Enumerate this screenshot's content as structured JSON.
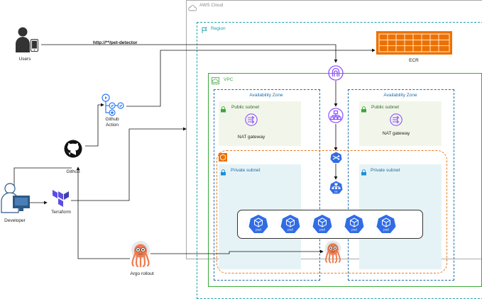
{
  "containers": {
    "aws_cloud": "AWS Cloud",
    "region": "Region",
    "vpc": "VPC",
    "az_left": "Availability Zone",
    "az_right": "Availability Zone",
    "public_subnet_left": "Public subnet",
    "public_subnet_right": "Public subnet",
    "private_subnet_left": "Private subnet",
    "private_subnet_right": "Private subnet"
  },
  "nodes": {
    "users": "Users",
    "developer": "Developer",
    "github": "Github",
    "github_action": "Github\nAction",
    "terraform": "Terraform",
    "argo_rollout": "Argo rollout",
    "ecr": "ECR",
    "nat_left": "NAT gateway",
    "nat_right": "NAT gateway",
    "svc": "svc"
  },
  "edge_labels": {
    "users_to_app": "http://**/pet-detector"
  },
  "pods": [
    {
      "label": "pod"
    },
    {
      "label": "pod"
    },
    {
      "label": "pod"
    },
    {
      "label": "pod"
    },
    {
      "label": "pod"
    }
  ],
  "colors": {
    "aws_border": "#aaaaaa",
    "region_border": "#1fa0a8",
    "vpc_border": "#3aa83a",
    "az_border": "#1a6ea8",
    "public_subnet_fill": "#f2f6ea",
    "private_subnet_fill": "#e6f3f6",
    "eks_border": "#e87b20",
    "k8s_blue": "#326ce5",
    "elb_purple": "#8c4fff",
    "ecr_orange": "#ed7100",
    "github_action_blue": "#2d7cf6"
  }
}
